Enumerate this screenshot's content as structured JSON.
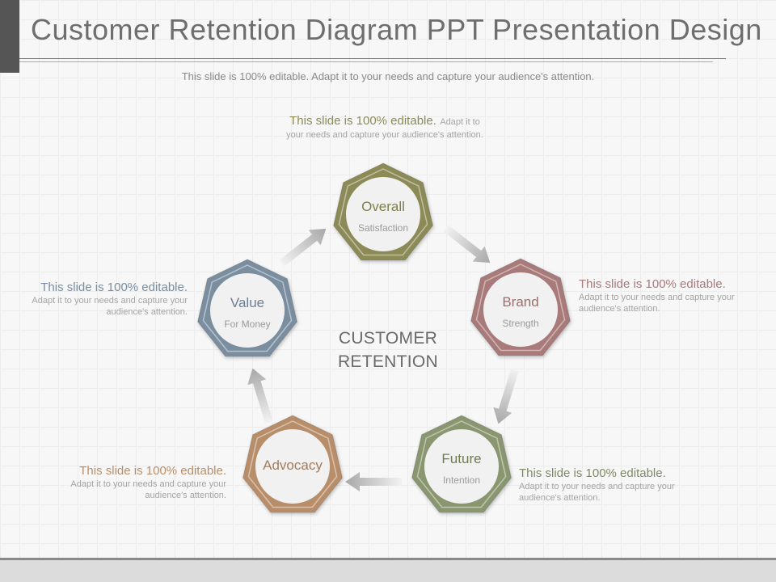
{
  "slide": {
    "title": "Customer Retention Diagram PPT Presentation Design",
    "subtitle": "This slide is 100% editable. Adapt it to your needs and capture your audience's attention."
  },
  "center": {
    "line1": "CUSTOMER",
    "line2": "RETENTION"
  },
  "nodes": [
    {
      "id": "overall",
      "title": "Overall",
      "subtitle": "Satisfaction",
      "color": "#8c8a56",
      "title_color": "#7f7d4a"
    },
    {
      "id": "brand",
      "title": "Brand",
      "subtitle": "Strength",
      "color": "#a87a7a",
      "title_color": "#9a6f6f"
    },
    {
      "id": "future",
      "title": "Future",
      "subtitle": "Intention",
      "color": "#8a9670",
      "title_color": "#6f7a57"
    },
    {
      "id": "advocacy",
      "title": "Advocacy",
      "subtitle": "",
      "color": "#b88e6a",
      "title_color": "#a27d5c"
    },
    {
      "id": "value",
      "title": "Value",
      "subtitle": "For Money",
      "color": "#7a8ea0",
      "title_color": "#6c7f90"
    }
  ],
  "captions": {
    "overall": {
      "head": "This slide is 100% editable.",
      "body": "Adapt it to your needs and capture your audience's attention.",
      "color": "#8c8a56"
    },
    "brand": {
      "head": "This slide is 100% editable.",
      "body": "Adapt it to your needs and capture your audience's attention.",
      "color": "#a87a7a"
    },
    "future": {
      "head": "This slide is 100% editable.",
      "body": "Adapt it to your needs and capture your audience's attention.",
      "color": "#7f8a66"
    },
    "advocacy": {
      "head": "This slide is 100% editable.",
      "body": "Adapt it to your needs and capture your audience's attention.",
      "color": "#b88e6a"
    },
    "value": {
      "head": "This slide is 100% editable.",
      "body": "Adapt it to your needs and capture your audience's attention.",
      "color": "#7a8ea0"
    }
  }
}
